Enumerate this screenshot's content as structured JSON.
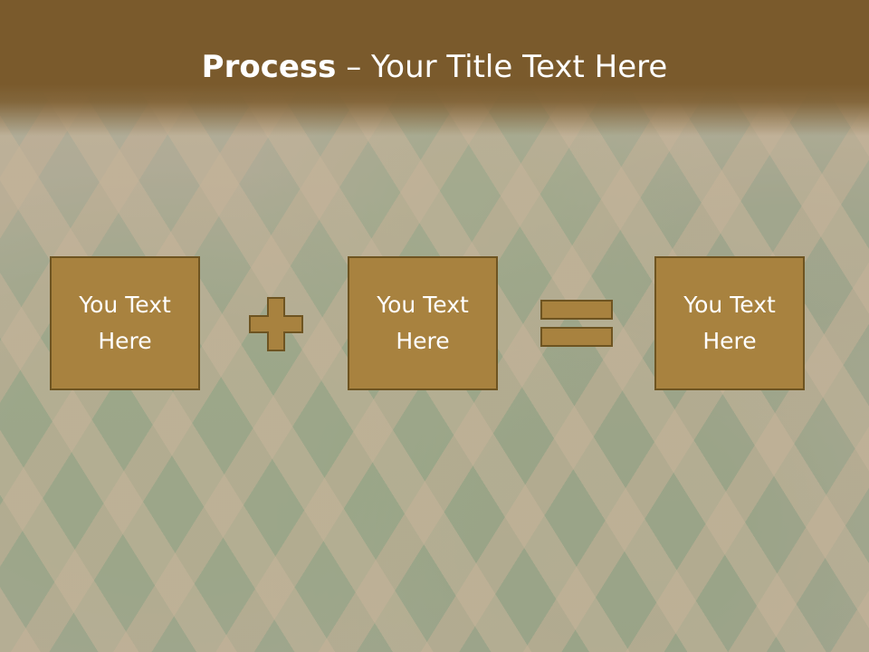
{
  "header": {
    "title_bold": "Process",
    "title_dash": " – ",
    "title_rest": "Your Title Text Here"
  },
  "process": {
    "boxes": [
      {
        "text": "You Text Here"
      },
      {
        "text": "You Text Here"
      },
      {
        "text": "You Text Here"
      }
    ],
    "operators": [
      "plus-icon",
      "equals-icon"
    ]
  },
  "colors": {
    "title_band": "#7a5a2c",
    "box_fill": "#a8823f",
    "box_border": "#6e5421",
    "text": "#ffffff"
  }
}
